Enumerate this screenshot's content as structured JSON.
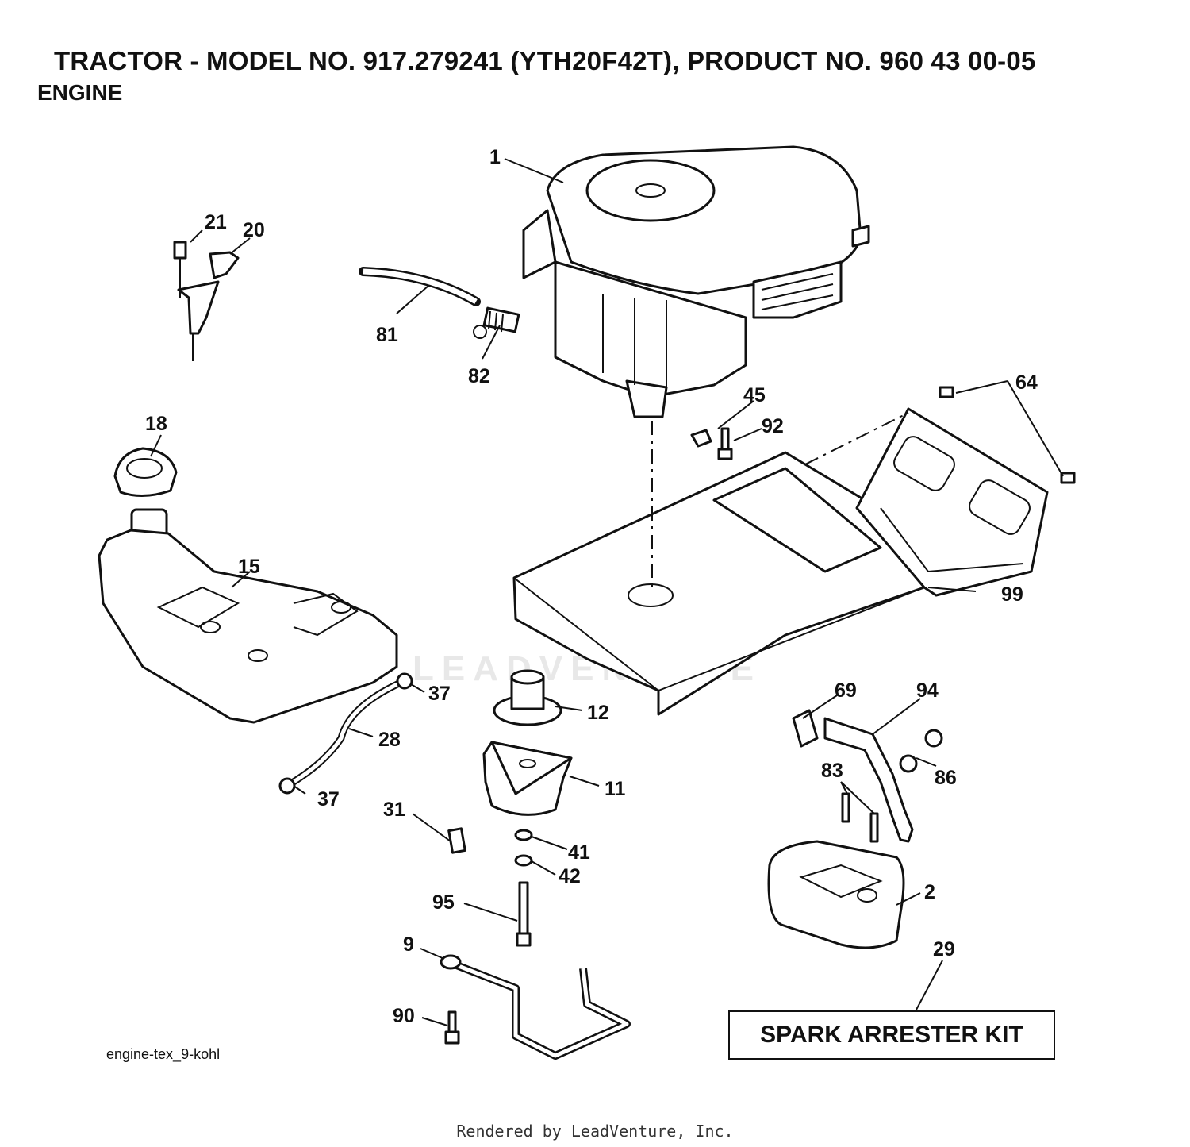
{
  "header": {
    "title": "TRACTOR - MODEL NO. 917.279241 (YTH20F42T), PRODUCT NO. 960 43 00-05",
    "subtitle": "ENGINE"
  },
  "watermark": "LEADVENTURE",
  "callouts": [
    "1",
    "21",
    "20",
    "81",
    "82",
    "45",
    "92",
    "64",
    "18",
    "15",
    "99",
    "37",
    "12",
    "28",
    "11",
    "31",
    "41",
    "42",
    "95",
    "9",
    "90",
    "69",
    "94",
    "83",
    "86",
    "2",
    "29"
  ],
  "kit_label": "SPARK ARRESTER KIT",
  "drawing_id": "engine-tex_9-kohl",
  "footer": "Rendered by LeadVenture, Inc."
}
